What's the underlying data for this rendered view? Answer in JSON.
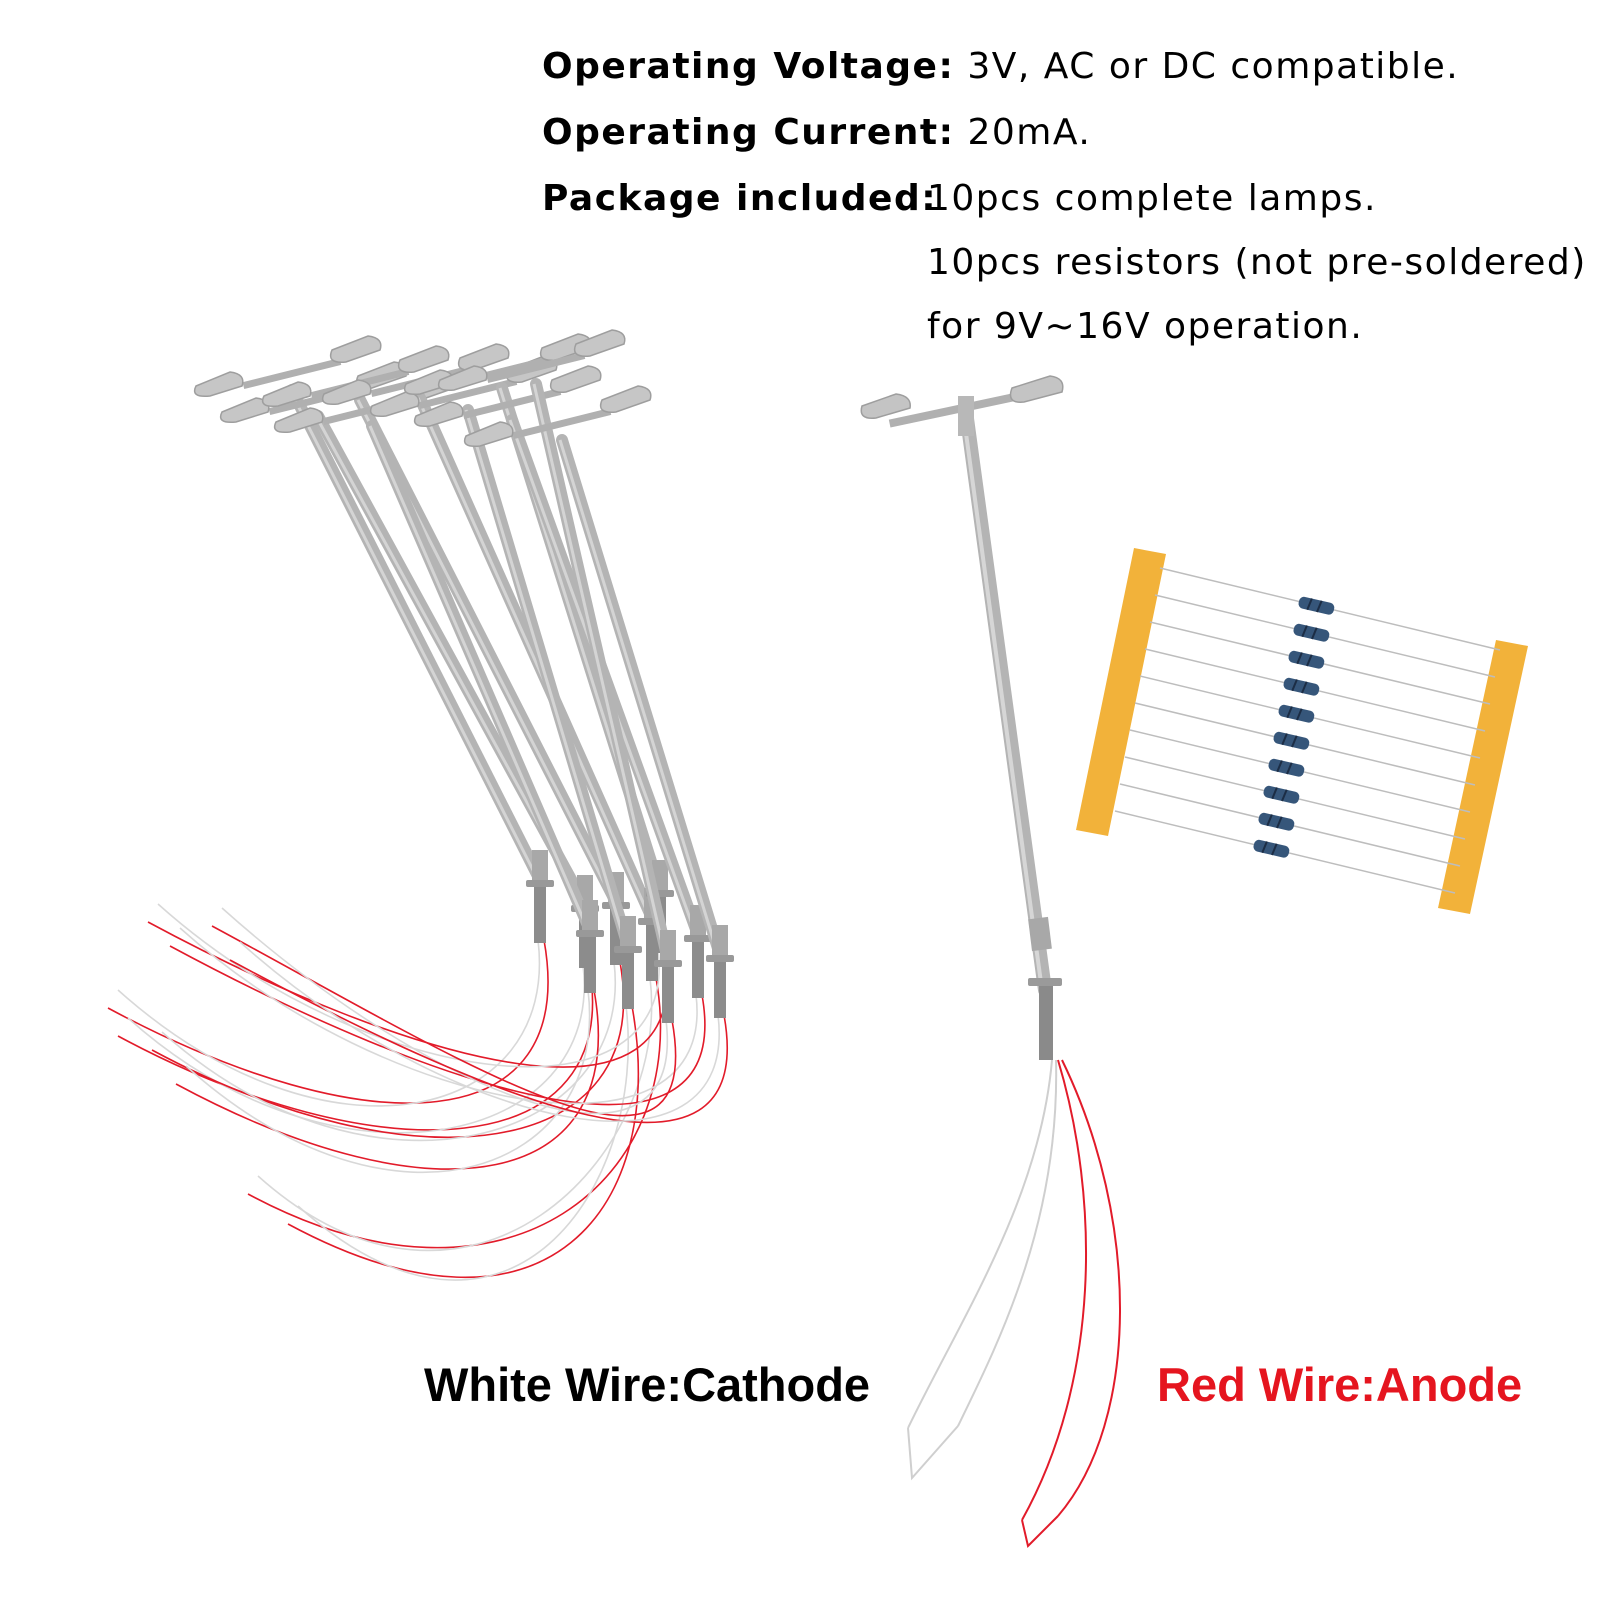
{
  "specs": {
    "voltage": {
      "label": "Operating Voltage:",
      "value": "3V, AC or DC compatible."
    },
    "current": {
      "label": "Operating Current:",
      "value": "20mA."
    },
    "package": {
      "label": "Package included:",
      "lines": [
        "10pcs complete lamps.",
        "10pcs resistors (not pre-soldered)",
        "for 9V~16V operation."
      ]
    }
  },
  "captions": {
    "white": "White Wire:Cathode",
    "red": "Red Wire:Anode"
  },
  "colors": {
    "pole": "#b4b4b4",
    "pole_dark": "#8c8c8c",
    "wire_red": "#e21b2a",
    "wire_white": "#d8d8d8",
    "tape": "#f2b23a",
    "resistor": "#36567a",
    "red_caption": "#e5151f"
  }
}
